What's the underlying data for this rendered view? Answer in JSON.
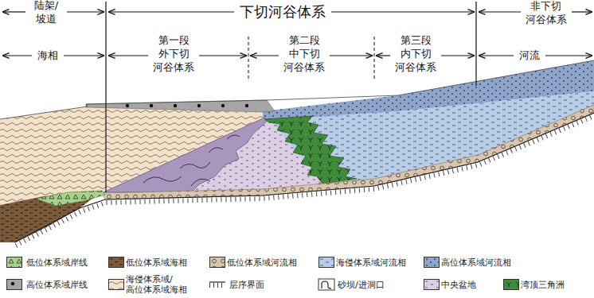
{
  "diagram": {
    "labels": [
      "陆架/ 坡道",
      "下切河谷体系",
      "非下切 河谷体系",
      "海相",
      "第一段 外下切 河谷体系",
      "第二段 中下切 河谷体系",
      "第三段 内下切 河谷体系",
      "河流"
    ],
    "legend": [
      {
        "text": "低位体系域岸线",
        "color": "#a9d18e"
      },
      {
        "text": "低位体系域海相",
        "color": "#7b5a3c"
      },
      {
        "text": "低位体系域河流相",
        "color": "#d8c6ae"
      },
      {
        "text": "海侵体系域河流相",
        "color": "#b9cde6"
      },
      {
        "text": "高位体系域河流相",
        "color": "#8ea5c9"
      },
      {
        "text": "高位体系域岸线",
        "color": "#a6a6a6"
      },
      {
        "text": "海侵体系域/ 高位体系域海相",
        "color": "#f2e2cc"
      },
      {
        "text": "层序界面"
      },
      {
        "text": "砂坝/进洞口"
      },
      {
        "text": "中央盆地",
        "color": "#dccfe3"
      },
      {
        "text": "湾顶三角洲",
        "color": "#3f8b3a"
      }
    ]
  }
}
